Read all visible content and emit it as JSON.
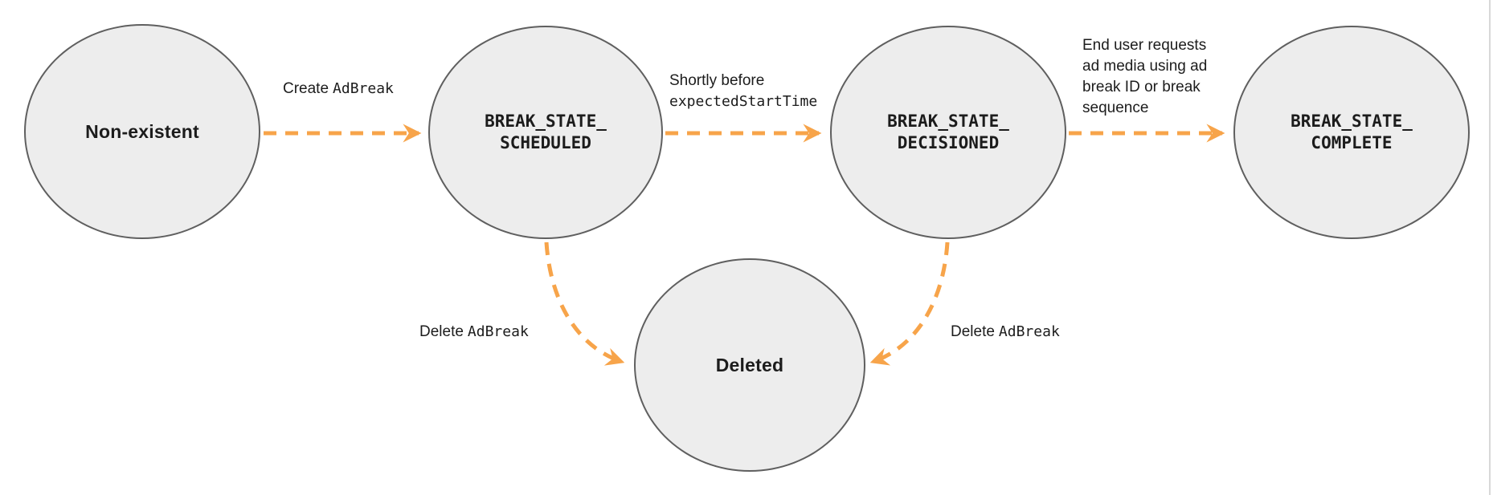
{
  "colors": {
    "arrow": "#F7A44A",
    "node_fill": "#EDEDED",
    "node_border": "#5F5F5F",
    "text": "#1C1C1C",
    "edge_line": "#D8D8D8"
  },
  "states": {
    "non_existent": {
      "label": "Non-existent"
    },
    "scheduled": {
      "line1": "BREAK_STATE_",
      "line2": "SCHEDULED"
    },
    "decisioned": {
      "line1": "BREAK_STATE_",
      "line2": "DECISIONED"
    },
    "complete": {
      "line1": "BREAK_STATE_",
      "line2": "COMPLETE"
    },
    "deleted": {
      "label": "Deleted"
    }
  },
  "transitions": {
    "create": {
      "plain": "Create",
      "code": "AdBreak"
    },
    "shortly_before": {
      "plain": "Shortly before",
      "code": "expectedStartTime"
    },
    "end_user": {
      "line1": "End user requests",
      "line2": "ad media using ad",
      "line3": "break ID or break",
      "line4": "sequence"
    },
    "delete_left": {
      "plain": "Delete",
      "code": "AdBreak"
    },
    "delete_right": {
      "plain": "Delete",
      "code": "AdBreak"
    }
  }
}
